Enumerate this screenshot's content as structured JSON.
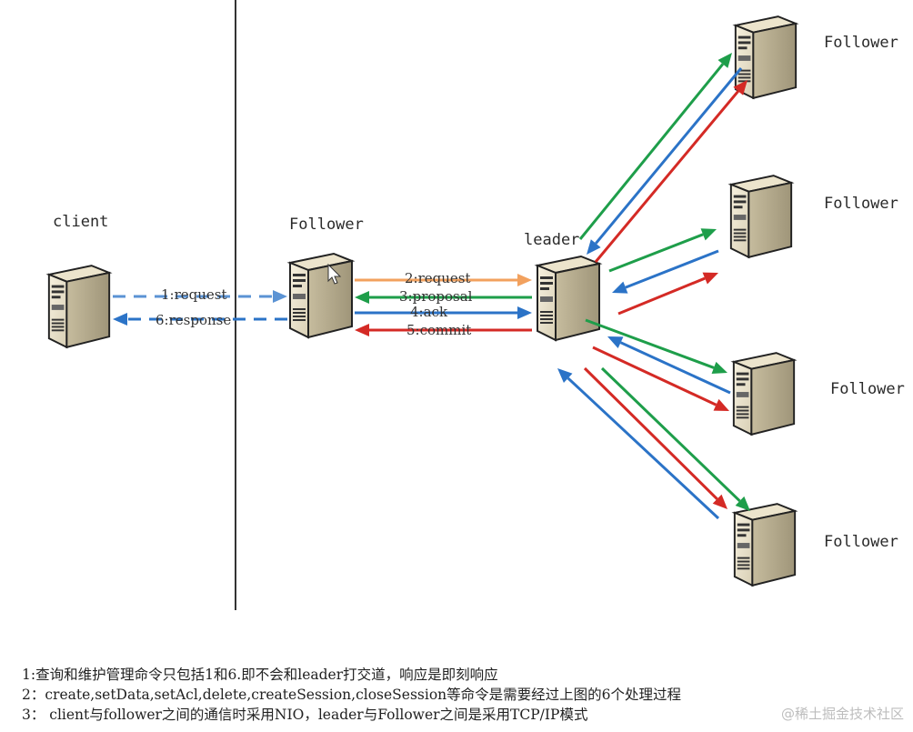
{
  "nodes": {
    "client": "client",
    "follower_mid": "Follower",
    "leader": "leader",
    "follower_1": "Follower",
    "follower_2": "Follower",
    "follower_3": "Follower",
    "follower_4": "Follower"
  },
  "edges": {
    "request_client": "1:request",
    "response_client": "6:response",
    "request_leader": "2:request",
    "proposal": "3:proposal",
    "ack": "4:ack",
    "commit": "5:commit"
  },
  "notes": [
    "1:查询和维护管理命令只包括1和6.即不会和leader打交道，响应是即刻响应",
    "2：create,setData,setAcl,delete,createSession,closeSession等命令是需要经过上图的6个处理过程",
    "3：  client与follower之间的通信时采用NIO，leader与Follower之间是采用TCP/IP模式"
  ],
  "watermark": "@稀土掘金技术社区",
  "colors": {
    "request": "#f2a15e",
    "proposal": "#1e9e4a",
    "ack": "#2b73c7",
    "commit": "#d42a25",
    "divider": "#333333",
    "client_link": "#5b93d4"
  },
  "icons": [
    "server-icon",
    "cursor-icon"
  ]
}
